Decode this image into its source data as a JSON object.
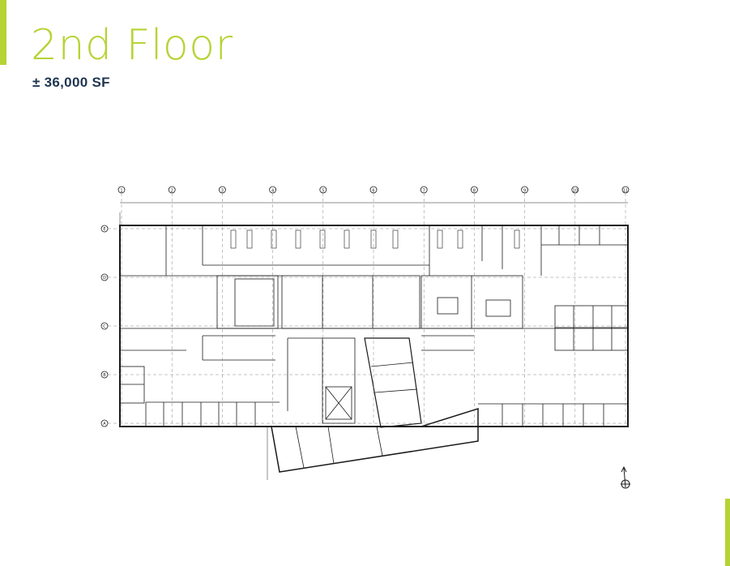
{
  "header": {
    "title": "2nd Floor",
    "area": "± 36,000 SF"
  },
  "plan": {
    "grid_columns": [
      "1",
      "2",
      "3",
      "4",
      "5",
      "6",
      "7",
      "8",
      "9",
      "10",
      "11"
    ],
    "grid_rows": [
      "E",
      "D",
      "C",
      "B",
      "A"
    ]
  },
  "colors": {
    "accent": "#b5d334",
    "subtitle": "#1f3550",
    "linework": "#1a1a1a"
  }
}
